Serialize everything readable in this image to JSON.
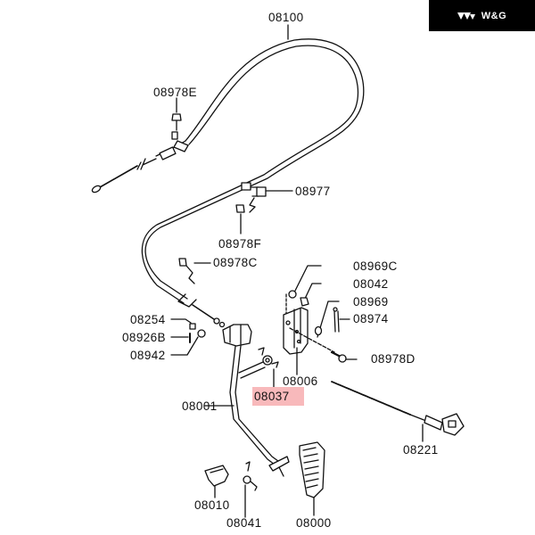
{
  "brand": {
    "name": "W&G",
    "icon": "triple-chevron-logo-icon"
  },
  "diagram": {
    "title": "Accelerator pedal & cable assembly (exploded parts view)",
    "highlight_color": "#f8b9bb",
    "highlighted_part": "08037",
    "parts": [
      {
        "id": "08100",
        "desc": "accelerator-cable"
      },
      {
        "id": "08978E",
        "desc": "bolt"
      },
      {
        "id": "08977",
        "desc": "cable-clip"
      },
      {
        "id": "08978F",
        "desc": "bolt"
      },
      {
        "id": "08978C",
        "desc": "bolt"
      },
      {
        "id": "08969C",
        "desc": "washer"
      },
      {
        "id": "08042",
        "desc": "bushing"
      },
      {
        "id": "08969",
        "desc": "washer"
      },
      {
        "id": "08974",
        "desc": "pin"
      },
      {
        "id": "08254",
        "desc": "clip"
      },
      {
        "id": "08926B",
        "desc": "bolt"
      },
      {
        "id": "08942",
        "desc": "nut"
      },
      {
        "id": "08978D",
        "desc": "bolt"
      },
      {
        "id": "08006",
        "desc": "pedal-bracket"
      },
      {
        "id": "08037",
        "desc": "return-spring"
      },
      {
        "id": "08001",
        "desc": "pedal-arm"
      },
      {
        "id": "08221",
        "desc": "choke-cable"
      },
      {
        "id": "08010",
        "desc": "stopper"
      },
      {
        "id": "08041",
        "desc": "spring"
      },
      {
        "id": "08000",
        "desc": "pedal-pad"
      }
    ]
  }
}
